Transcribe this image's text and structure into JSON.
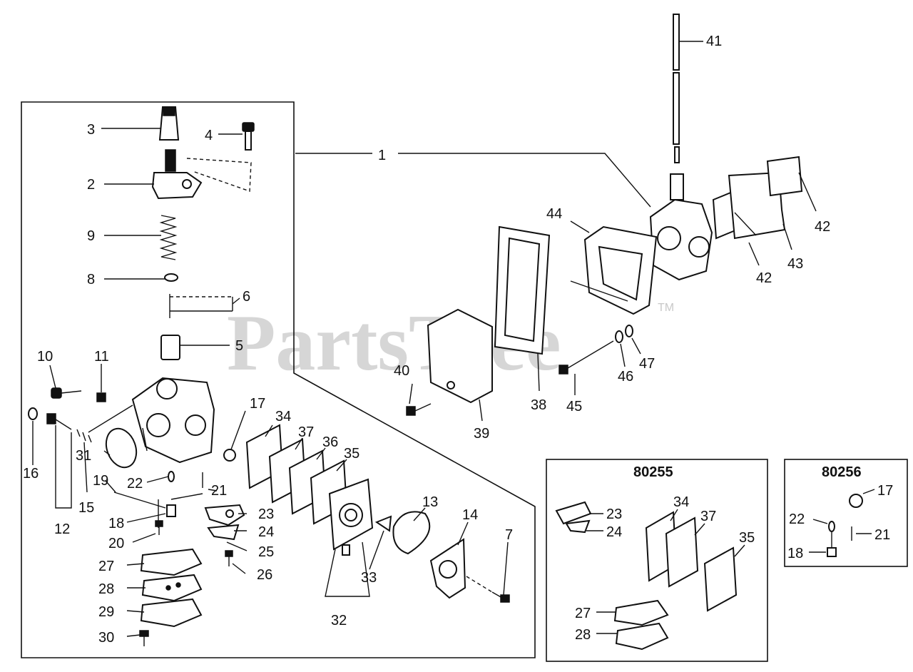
{
  "watermark": {
    "text": "PartsTree",
    "tm": "TM"
  },
  "kits": {
    "kit_a": "80255",
    "kit_b": "80256"
  },
  "callouts": {
    "c1": "1",
    "c2": "2",
    "c3": "3",
    "c4": "4",
    "c5": "5",
    "c6": "6",
    "c7": "7",
    "c8": "8",
    "c9": "9",
    "c10": "10",
    "c11": "11",
    "c12": "12",
    "c13": "13",
    "c14": "14",
    "c15": "15",
    "c16": "16",
    "c17": "17",
    "c18": "18",
    "c19": "19",
    "c20": "20",
    "c21": "21",
    "c22": "22",
    "c23": "23",
    "c24": "24",
    "c25": "25",
    "c26": "26",
    "c27": "27",
    "c28": "28",
    "c29": "29",
    "c30": "30",
    "c31": "31",
    "c32": "32",
    "c33": "33",
    "c34": "34",
    "c35": "35",
    "c36": "36",
    "c37": "37",
    "c38": "38",
    "c39": "39",
    "c40": "40",
    "c41": "41",
    "c42": "42",
    "c43": "43",
    "c44": "44",
    "c45": "45",
    "c46": "46",
    "c47": "47",
    "k1_23": "23",
    "k1_24": "24",
    "k1_34": "34",
    "k1_37": "37",
    "k1_35": "35",
    "k1_27": "27",
    "k1_28": "28",
    "k2_17": "17",
    "k2_22": "22",
    "k2_21": "21",
    "k2_18": "18"
  }
}
